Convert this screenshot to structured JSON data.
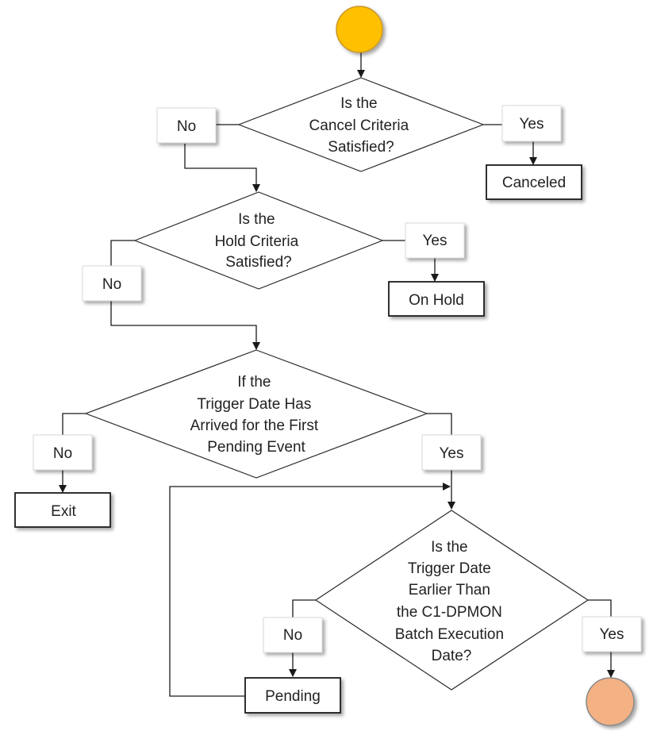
{
  "colors": {
    "start_fill": "#FFC000",
    "start_stroke": "#C8962A",
    "end_fill": "#F4B183",
    "end_stroke": "#8A8A8A",
    "line": "#1A1A1A",
    "label_stroke": "#D9D9D9"
  },
  "decisions": {
    "cancel": {
      "lines": [
        "Is the",
        "Cancel Criteria",
        "Satisfied?"
      ]
    },
    "hold": {
      "lines": [
        "Is the",
        "Hold Criteria",
        "Satisfied?"
      ]
    },
    "trigger": {
      "lines": [
        "If the",
        "Trigger Date Has",
        "Arrived for the First",
        "Pending Event"
      ]
    },
    "batch": {
      "lines": [
        "Is the",
        "Trigger Date",
        "Earlier Than",
        "the C1-DPMON",
        "Batch Execution",
        "Date?"
      ]
    }
  },
  "labels": {
    "cancel_no": "No",
    "cancel_yes": "Yes",
    "hold_no": "No",
    "hold_yes": "Yes",
    "trigger_no": "No",
    "trigger_yes": "Yes",
    "batch_no": "No",
    "batch_yes": "Yes"
  },
  "states": {
    "canceled": "Canceled",
    "on_hold": "On Hold",
    "exit": "Exit",
    "pending": "Pending"
  }
}
